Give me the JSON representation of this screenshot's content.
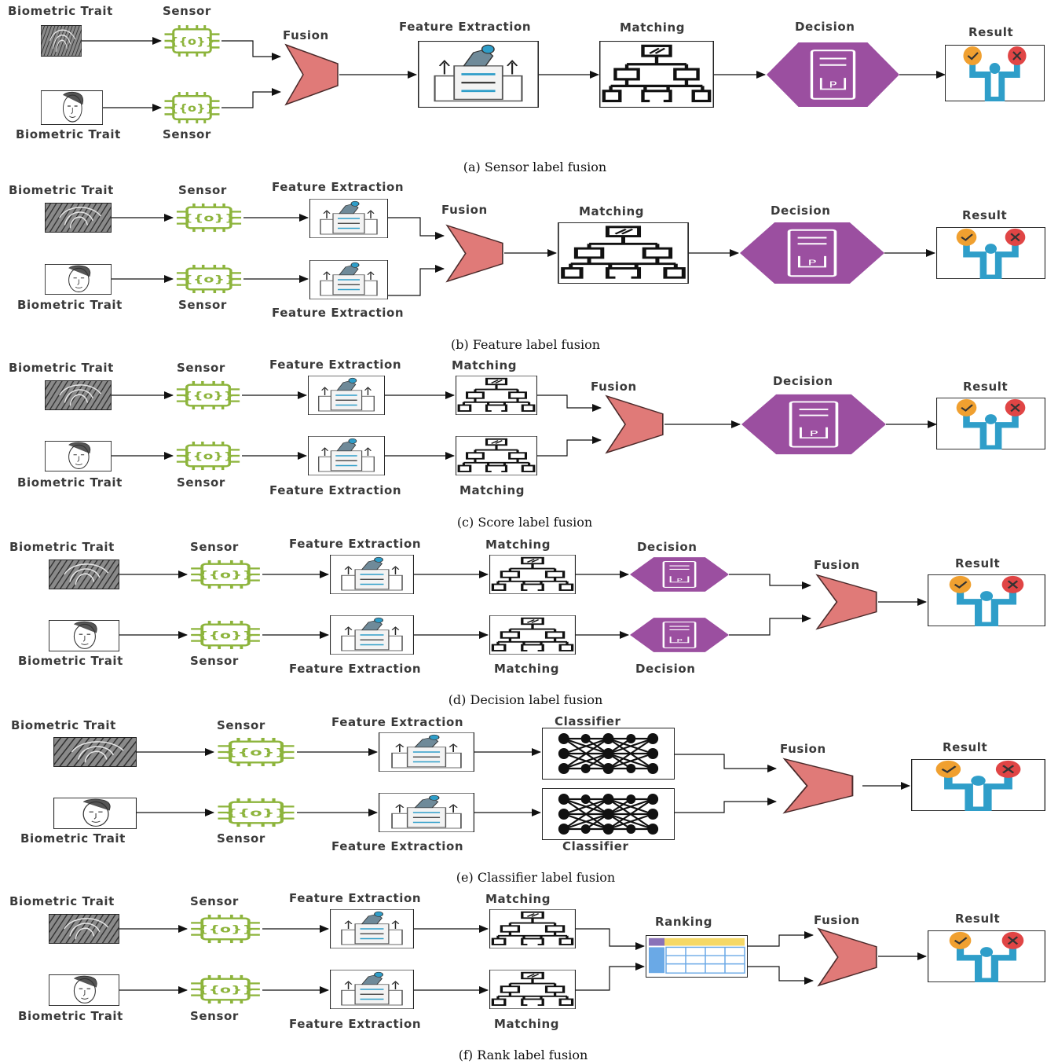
{
  "labels": {
    "biometric_trait": "Biometric Trait",
    "sensor": "Sensor",
    "fusion": "Fusion",
    "feature_extraction": "Feature Extraction",
    "matching": "Matching",
    "decision": "Decision",
    "result": "Result",
    "classifier": "Classifier",
    "ranking": "Ranking"
  },
  "captions": [
    "(a) Sensor label fusion",
    "(b) Feature label fusion",
    "(c) Score label fusion",
    "(d) Decision label fusion",
    "(e) Classifier label fusion",
    "(f) Rank label fusion"
  ],
  "colors": {
    "sensor_green": "#8db43c",
    "fusion_red": "#e07a78",
    "decision_purple": "#9b4fa0",
    "result_blue": "#2f9ec9",
    "check_orange": "#f0a030",
    "cross_red": "#e04545",
    "ranking_yellow": "#f5d866",
    "ranking_blue": "#6aa9e6"
  },
  "icons": [
    "fingerprint-icon",
    "face-icon",
    "sensor-chip-icon",
    "fusion-icon",
    "feature-extraction-icon",
    "matching-tree-icon",
    "decision-server-icon",
    "result-person-icon",
    "classifier-network-icon",
    "ranking-table-icon"
  ]
}
